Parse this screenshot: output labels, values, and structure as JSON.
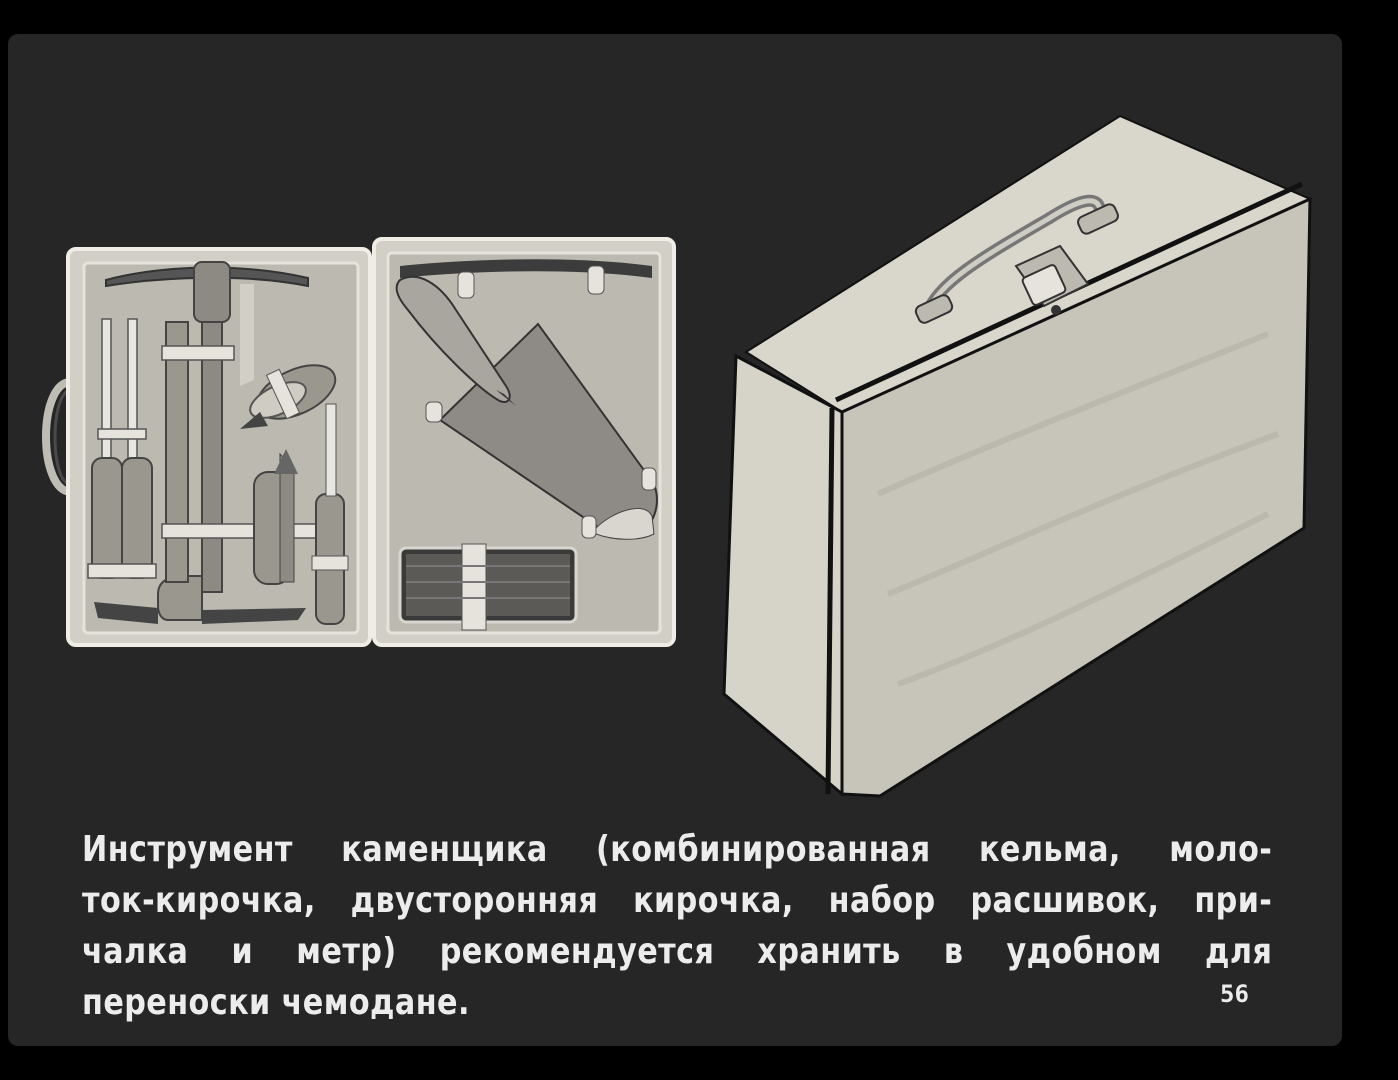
{
  "slide": {
    "caption_lines": [
      "Инструмент каменщика (комбинированная кельма, моло-",
      "ток-кирочка, двусторонняя кирочка, набор расшивок, при-",
      "чалка и метр) рекомендуется хранить в удобном для",
      "переноски чемодане."
    ],
    "page_number": "56"
  },
  "colors": {
    "background": "#262626",
    "outer": "#000000",
    "text": "#ececec",
    "case_light": "#d9d6cc",
    "case_inner": "#bdbab2"
  }
}
